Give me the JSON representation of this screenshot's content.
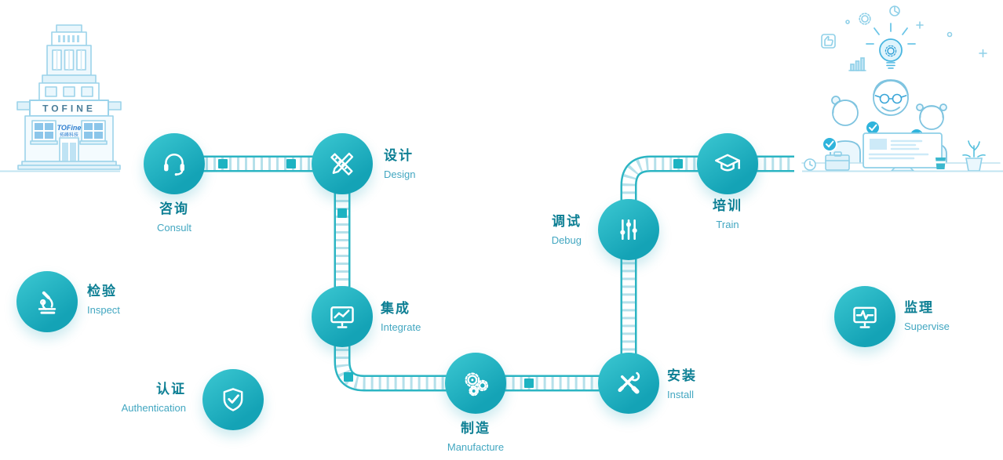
{
  "building": {
    "sign": "TOFINE",
    "logo_text": "TOFine",
    "logo_sub": "拓峰科技"
  },
  "flow_steps": [
    {
      "zh": "咨询",
      "en": "Consult",
      "icon": "headset-icon"
    },
    {
      "zh": "设计",
      "en": "Design",
      "icon": "pencil-ruler-icon"
    },
    {
      "zh": "集成",
      "en": "Integrate",
      "icon": "monitor-chart-icon"
    },
    {
      "zh": "制造",
      "en": "Manufacture",
      "icon": "gears-icon"
    },
    {
      "zh": "安装",
      "en": "Install",
      "icon": "wrench-screwdriver-icon"
    },
    {
      "zh": "调试",
      "en": "Debug",
      "icon": "sliders-icon"
    },
    {
      "zh": "培训",
      "en": "Train",
      "icon": "graduation-cap-icon"
    }
  ],
  "support_steps": [
    {
      "zh": "检验",
      "en": "Inspect",
      "icon": "microscope-icon"
    },
    {
      "zh": "认证",
      "en": "Authentication",
      "icon": "shield-check-icon"
    },
    {
      "zh": "监理",
      "en": "Supervise",
      "icon": "monitor-pulse-icon"
    }
  ],
  "colors": {
    "circle_light": "#3cc8d2",
    "circle_dark": "#14a3b6",
    "zh_text": "#0d7f94",
    "en_text": "#43a7c1",
    "road_border": "#2cb5c3",
    "road_hatch": "#b5e0ea",
    "road_marker": "#1db3c2",
    "illustration_line": "#8fd0e8",
    "badge": "#2fb4dc"
  }
}
